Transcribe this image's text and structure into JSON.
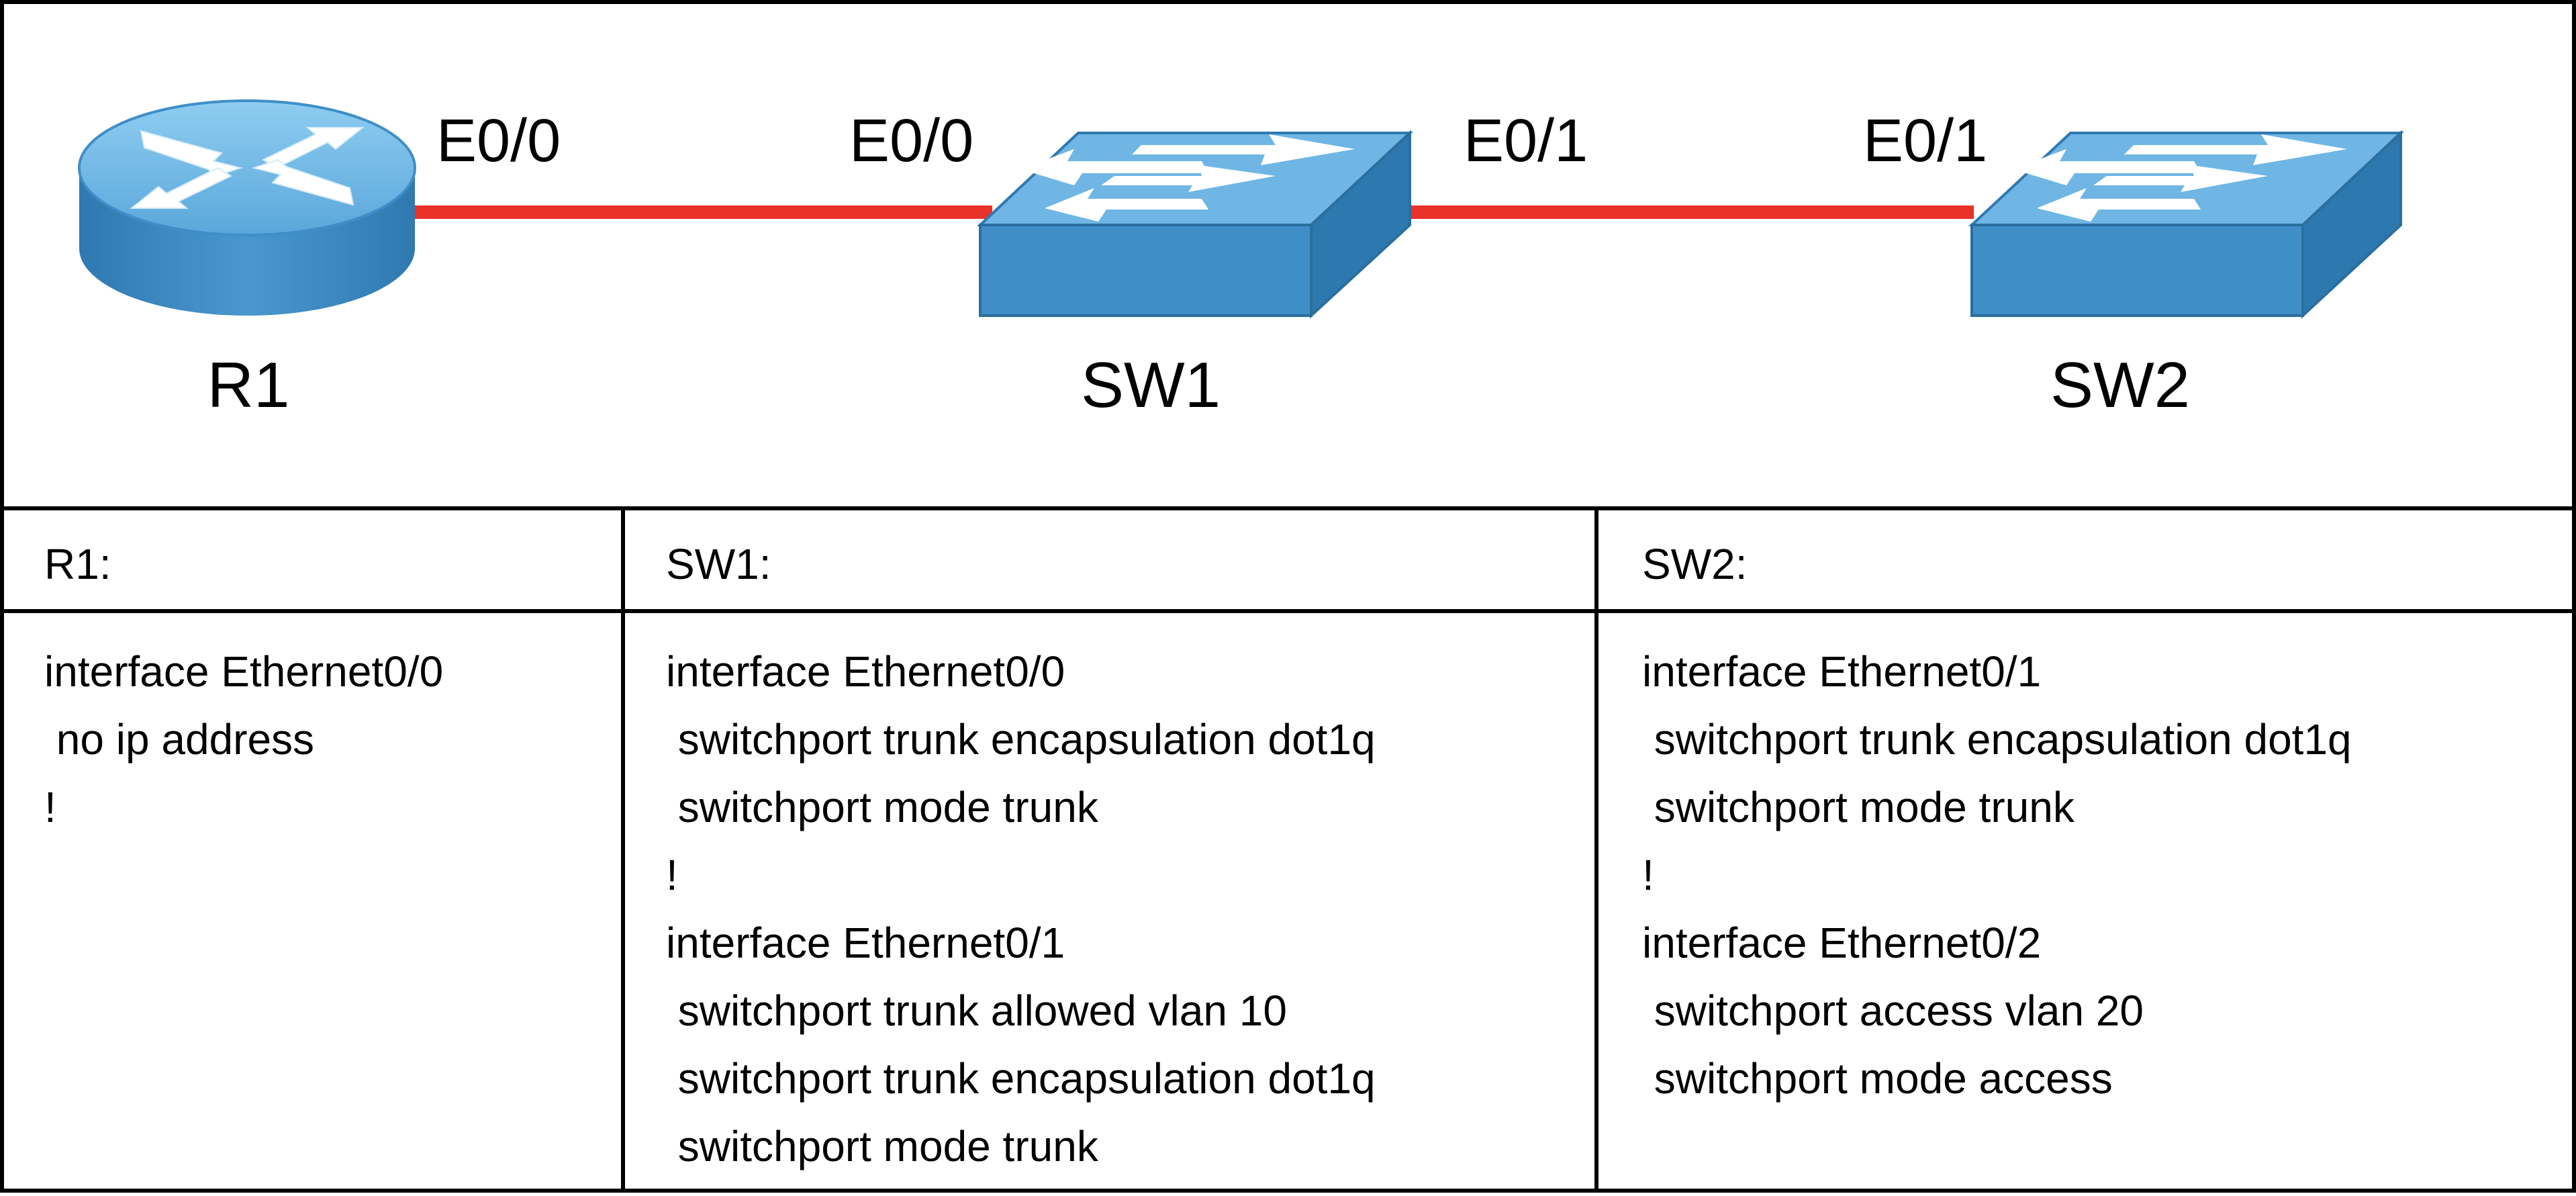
{
  "topology": {
    "devices": [
      {
        "id": "r1",
        "label": "R1",
        "kind": "router"
      },
      {
        "id": "sw1",
        "label": "SW1",
        "kind": "switch"
      },
      {
        "id": "sw2",
        "label": "SW2",
        "kind": "switch"
      }
    ],
    "links": [
      {
        "from": "R1",
        "from_port": "E0/0",
        "to": "SW1",
        "to_port": "E0/0",
        "color": "#e8322a"
      },
      {
        "from": "SW1",
        "from_port": "E0/1",
        "to": "SW2",
        "to_port": "E0/1",
        "color": "#e8322a"
      }
    ],
    "colors": {
      "device_top": "#6fb6e4",
      "device_side": "#3d89c2",
      "device_edge": "#2a6f9e",
      "arrow": "#ffffff",
      "border": "#000000"
    }
  },
  "config_table": {
    "columns": [
      {
        "header": "R1:",
        "lines": [
          "interface Ethernet0/0",
          " no ip address",
          "!"
        ]
      },
      {
        "header": "SW1:",
        "lines": [
          "interface Ethernet0/0",
          " switchport trunk encapsulation dot1q",
          " switchport mode trunk",
          "!",
          "interface Ethernet0/1",
          " switchport trunk allowed vlan 10",
          " switchport trunk encapsulation dot1q",
          " switchport mode trunk"
        ]
      },
      {
        "header": "SW2:",
        "lines": [
          "interface Ethernet0/1",
          " switchport trunk encapsulation dot1q",
          " switchport mode trunk",
          "!",
          "interface Ethernet0/2",
          " switchport access vlan 20",
          " switchport mode access"
        ]
      }
    ]
  }
}
